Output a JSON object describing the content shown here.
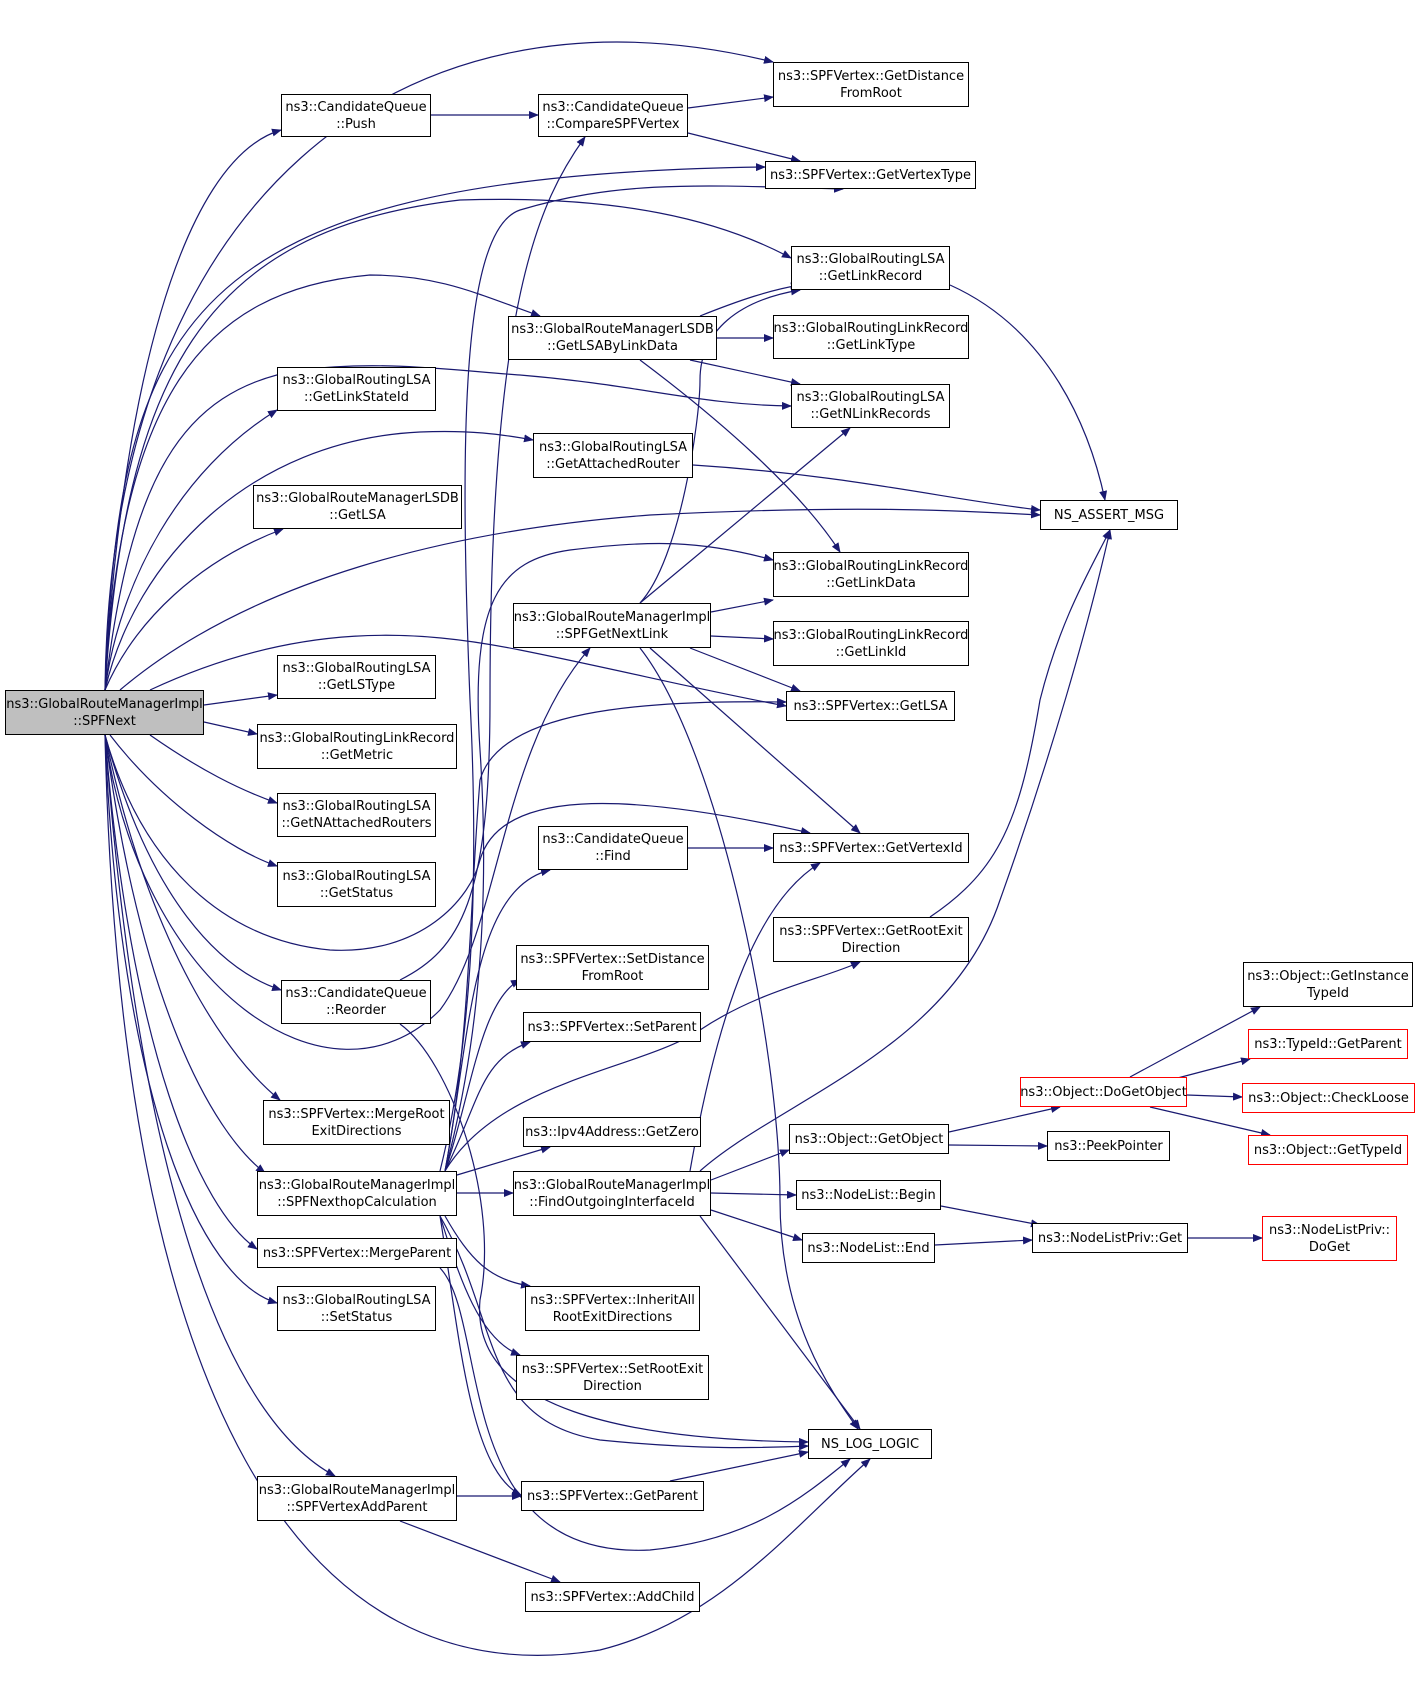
{
  "colors": {
    "edge": "#191970",
    "root_fill": "#bfbfbf",
    "node_border": "#000000",
    "truncated_border": "#ff0000"
  },
  "nodes": {
    "spfnext": [
      "ns3::GlobalRouteManagerImpl",
      "::SPFNext"
    ],
    "cq_push": [
      "ns3::CandidateQueue",
      "::Push"
    ],
    "cq_compare": [
      "ns3::CandidateQueue",
      "::CompareSPFVertex"
    ],
    "v_getdist": [
      "ns3::SPFVertex::GetDistance",
      "FromRoot"
    ],
    "v_gettype": [
      "ns3::SPFVertex::GetVertexType"
    ],
    "lsa_getlinkrecord": [
      "ns3::GlobalRoutingLSA",
      "::GetLinkRecord"
    ],
    "lsdb_getbylink": [
      "ns3::GlobalRouteManagerLSDB",
      "::GetLSAByLinkData"
    ],
    "lr_getlinktype": [
      "ns3::GlobalRoutingLinkRecord",
      "::GetLinkType"
    ],
    "lsa_getlinkstateid": [
      "ns3::GlobalRoutingLSA",
      "::GetLinkStateId"
    ],
    "lsa_getnlinkrecords": [
      "ns3::GlobalRoutingLSA",
      "::GetNLinkRecords"
    ],
    "lsa_getattached": [
      "ns3::GlobalRoutingLSA",
      "::GetAttachedRouter"
    ],
    "lsdb_getlsa": [
      "ns3::GlobalRouteManagerLSDB",
      "::GetLSA"
    ],
    "ns_assert": [
      "NS_ASSERT_MSG"
    ],
    "lr_getlinkdata": [
      "ns3::GlobalRoutingLinkRecord",
      "::GetLinkData"
    ],
    "spf_getnextlink": [
      "ns3::GlobalRouteManagerImpl",
      "::SPFGetNextLink"
    ],
    "lr_getlinkid": [
      "ns3::GlobalRoutingLinkRecord",
      "::GetLinkId"
    ],
    "lsa_getlstype": [
      "ns3::GlobalRoutingLSA",
      "::GetLSType"
    ],
    "v_getlsa": [
      "ns3::SPFVertex::GetLSA"
    ],
    "lr_getmetric": [
      "ns3::GlobalRoutingLinkRecord",
      "::GetMetric"
    ],
    "lsa_getnattached": [
      "ns3::GlobalRoutingLSA",
      "::GetNAttachedRouters"
    ],
    "cq_find": [
      "ns3::CandidateQueue",
      "::Find"
    ],
    "v_getvertexid": [
      "ns3::SPFVertex::GetVertexId"
    ],
    "lsa_getstatus": [
      "ns3::GlobalRoutingLSA",
      "::GetStatus"
    ],
    "v_getrootexit": [
      "ns3::SPFVertex::GetRootExit",
      "Direction"
    ],
    "v_setdist": [
      "ns3::SPFVertex::SetDistance",
      "FromRoot"
    ],
    "cq_reorder": [
      "ns3::CandidateQueue",
      "::Reorder"
    ],
    "obj_getinstance": [
      "ns3::Object::GetInstance",
      "TypeId"
    ],
    "v_setparent": [
      "ns3::SPFVertex::SetParent"
    ],
    "typeid_getparent": [
      "ns3::TypeId::GetParent"
    ],
    "obj_dogetobject": [
      "ns3::Object::DoGetObject"
    ],
    "obj_checkloose": [
      "ns3::Object::CheckLoose"
    ],
    "v_mergerootexit": [
      "ns3::SPFVertex::MergeRoot",
      "ExitDirections"
    ],
    "ipv4_getzero": [
      "ns3::Ipv4Address::GetZero"
    ],
    "obj_getobject": [
      "ns3::Object::GetObject"
    ],
    "peekpointer": [
      "ns3::PeekPointer"
    ],
    "obj_gettypeid": [
      "ns3::Object::GetTypeId"
    ],
    "spf_nexthop": [
      "ns3::GlobalRouteManagerImpl",
      "::SPFNexthopCalculation"
    ],
    "gm_findout": [
      "ns3::GlobalRouteManagerImpl",
      "::FindOutgoingInterfaceId"
    ],
    "nl_begin": [
      "ns3::NodeList::Begin"
    ],
    "nlp_doget": [
      "ns3::NodeListPriv::",
      "DoGet"
    ],
    "nlp_get": [
      "ns3::NodeListPriv::Get"
    ],
    "v_mergeparent": [
      "ns3::SPFVertex::MergeParent"
    ],
    "nl_end": [
      "ns3::NodeList::End"
    ],
    "lsa_setstatus": [
      "ns3::GlobalRoutingLSA",
      "::SetStatus"
    ],
    "v_inherit": [
      "ns3::SPFVertex::InheritAll",
      "RootExitDirections"
    ],
    "v_setrootexit": [
      "ns3::SPFVertex::SetRootExit",
      "Direction"
    ],
    "ns_log": [
      "NS_LOG_LOGIC"
    ],
    "spf_addparent": [
      "ns3::GlobalRouteManagerImpl",
      "::SPFVertexAddParent"
    ],
    "v_getparent": [
      "ns3::SPFVertex::GetParent"
    ],
    "v_addchild": [
      "ns3::SPFVertex::AddChild"
    ]
  }
}
